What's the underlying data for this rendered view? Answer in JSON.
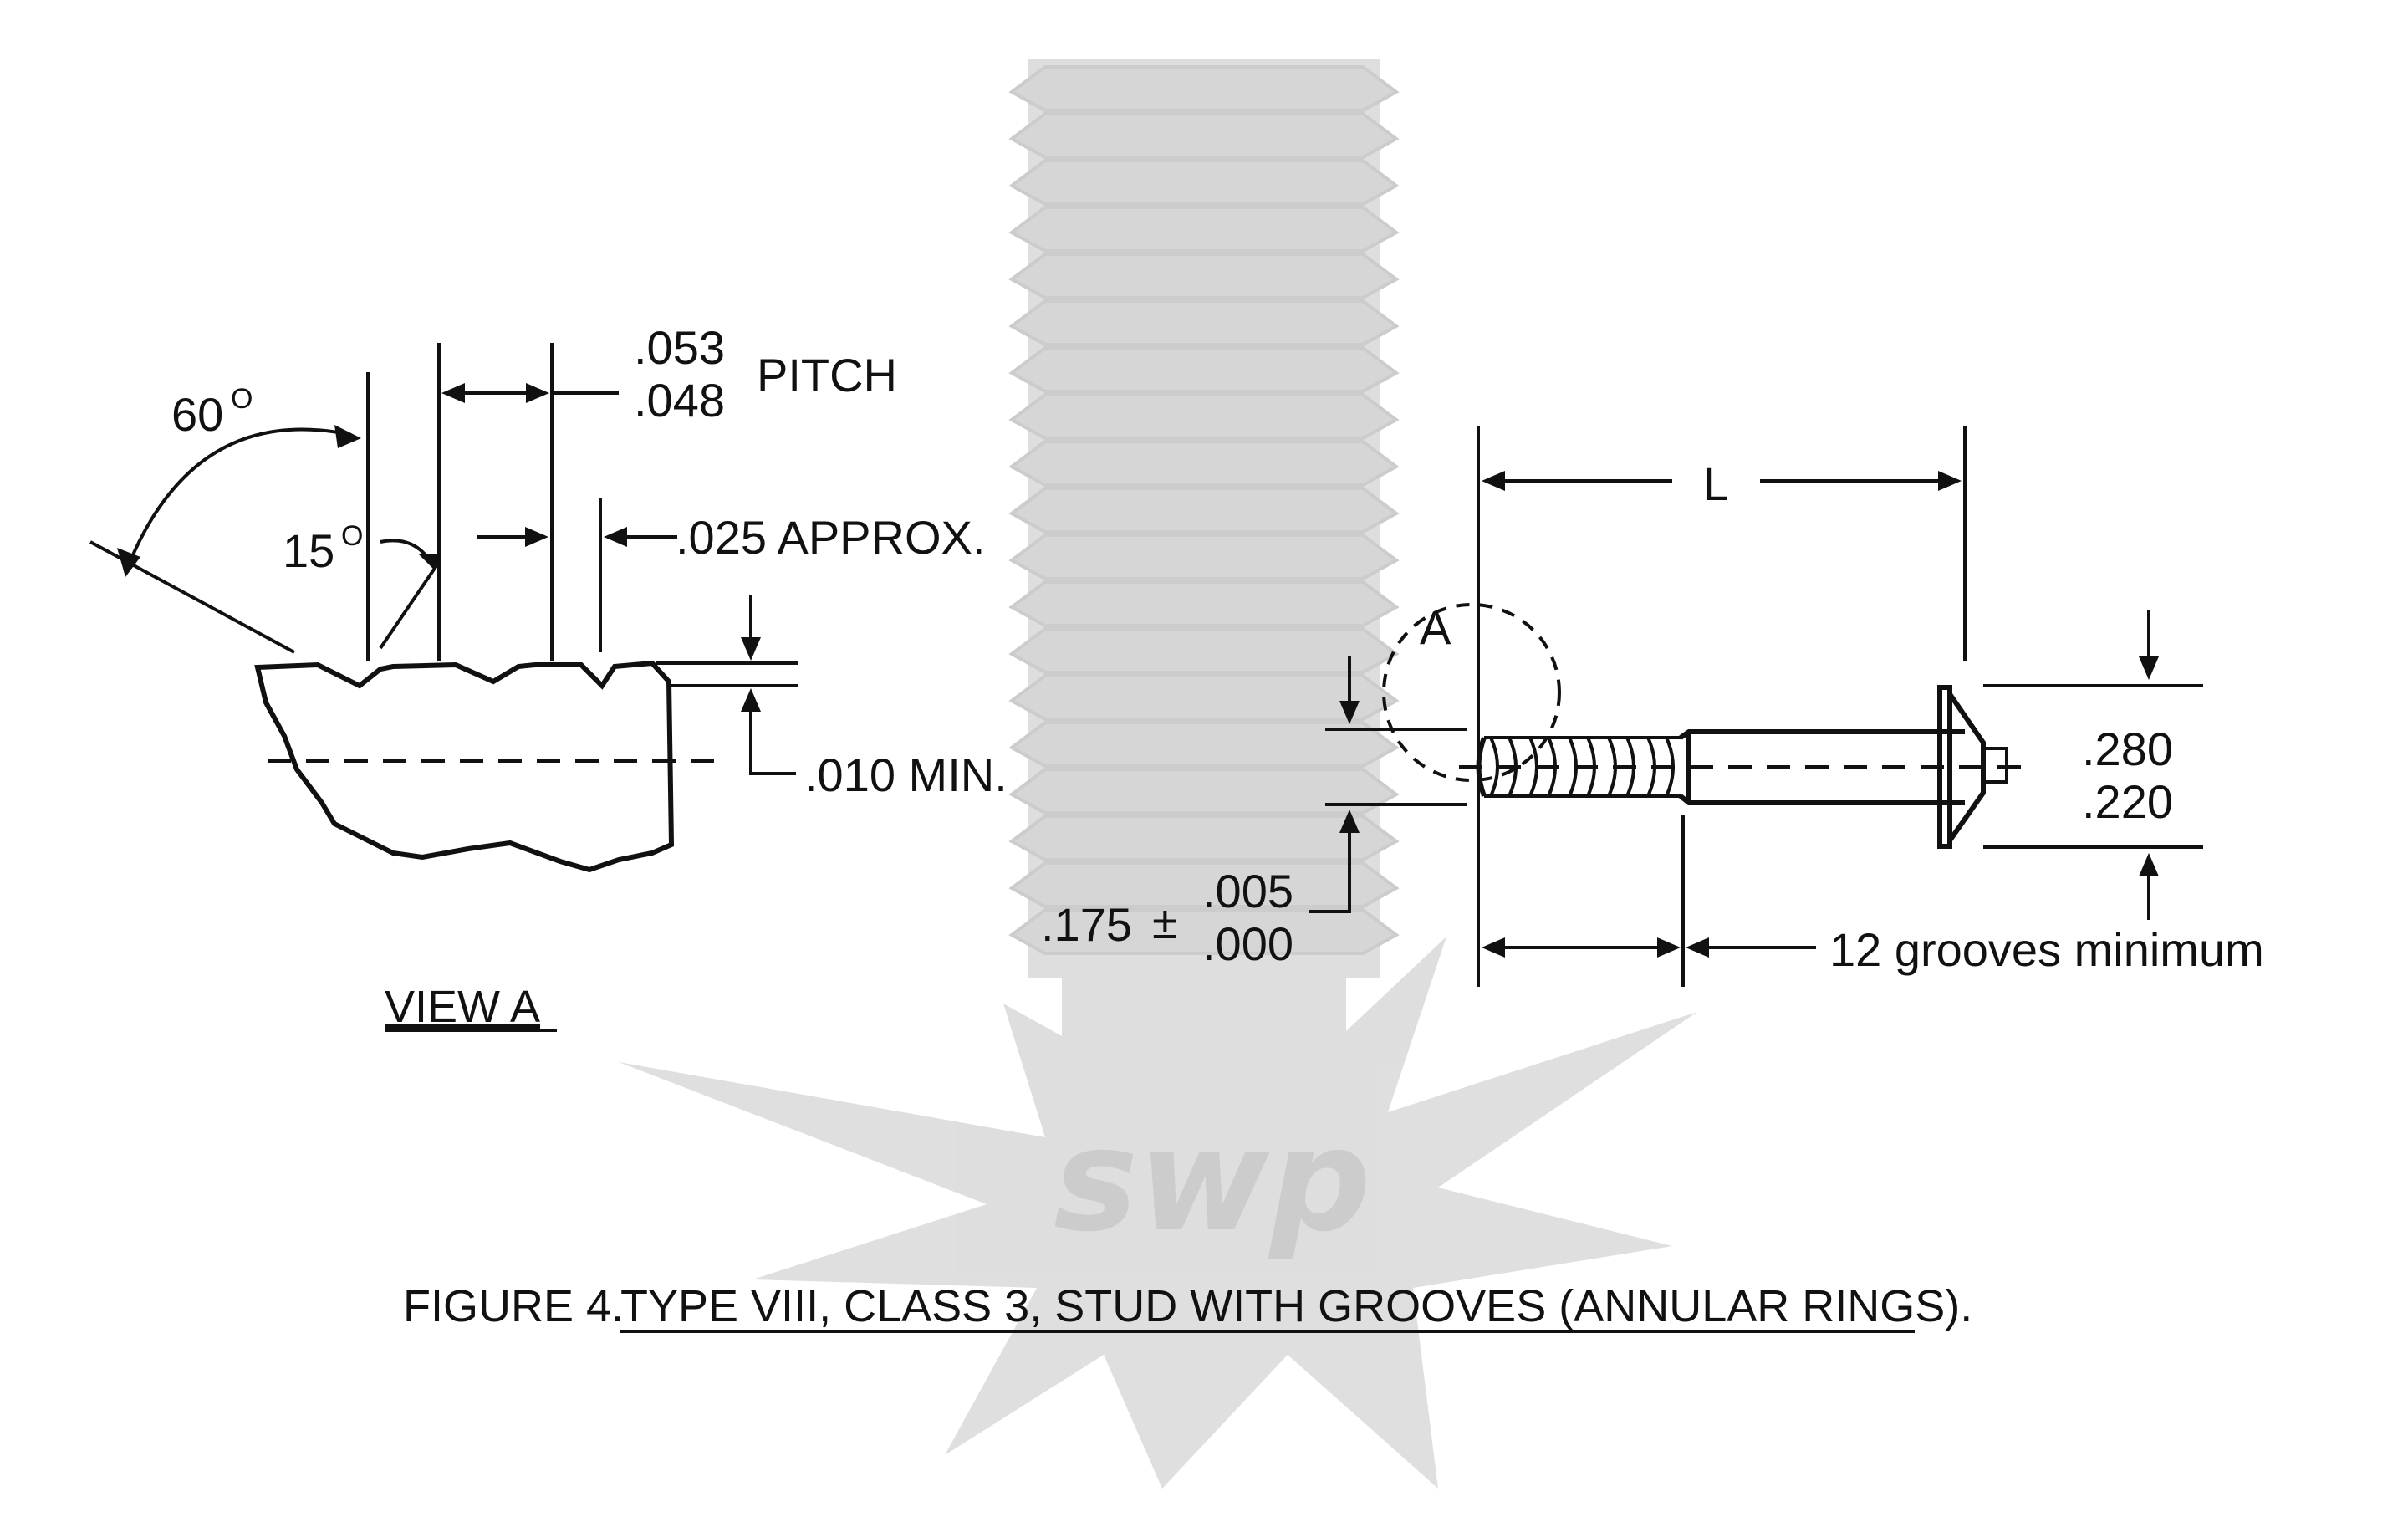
{
  "view_a": {
    "angle_main": "60",
    "angle_main_sup": "O",
    "angle_flank": "15",
    "angle_flank_sup": "O",
    "pitch_upper": ".053",
    "pitch_lower": ".048",
    "pitch_label": "PITCH",
    "approx_label": ".025  APPROX.",
    "min_label": ".010  MIN.",
    "title": "VIEW A"
  },
  "stud": {
    "length_label": "L",
    "detail_callout": "A",
    "dia_upper": ".280",
    "dia_lower": ".220",
    "shank_nominal": ".175",
    "shank_pm": "±",
    "shank_tol_upper": ".005",
    "shank_tol_lower": ".000",
    "grooves_label": "12 grooves minimum"
  },
  "caption": {
    "prefix": "FIGURE 4.",
    "underlined": "TYPE VIII, CLASS 3, STUD WITH GROOVES (ANNULAR RINGS)."
  },
  "watermark": {
    "logo_text": "swp",
    "icon": "threaded-stud-starburst-logo"
  }
}
